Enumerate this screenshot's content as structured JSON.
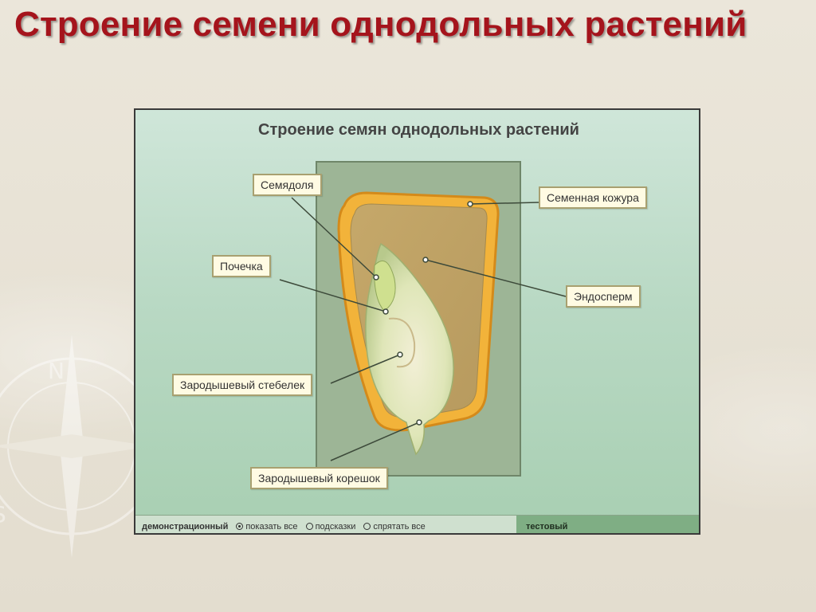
{
  "slide": {
    "title": "Строение семени однодольных растений"
  },
  "figure": {
    "title": "Строение семян однодольных растений",
    "labels": {
      "cotyledon": "Семядоля",
      "seed_coat": "Семенная кожура",
      "bud": "Почечка",
      "endosperm": "Эндосперм",
      "stem": "Зародышевый стебелек",
      "root": "Зародышевый корешок"
    },
    "controls": {
      "demo_mode": "демонстрационный",
      "show_all": "показать все",
      "hints": "подсказки",
      "hide_all": "спрятать все",
      "test_mode": "тестовый",
      "selected": "show_all"
    }
  }
}
